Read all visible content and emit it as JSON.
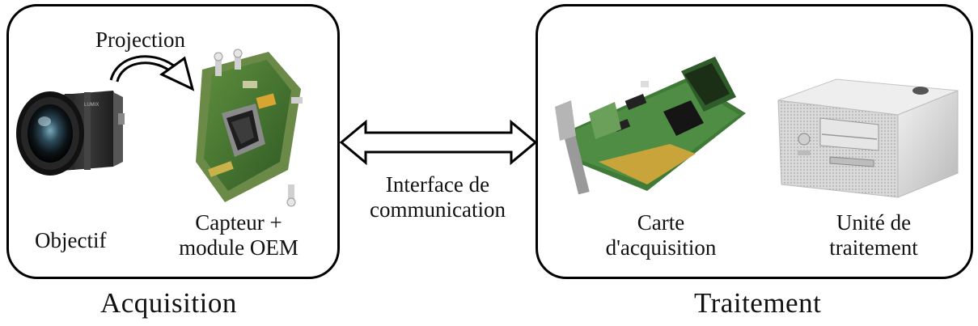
{
  "acquisition": {
    "title": "Acquisition",
    "projection_label": "Projection",
    "lens_label": "Objectif",
    "sensor_label_line1": "Capteur +",
    "sensor_label_line2": "module OEM"
  },
  "interface": {
    "label_line1": "Interface de",
    "label_line2": "communication"
  },
  "processing": {
    "title": "Traitement",
    "card_label_line1": "Carte",
    "card_label_line2": "d'acquisition",
    "unit_label_line1": "Unité de",
    "unit_label_line2": "traitement"
  },
  "lens_brand_text": "LUMIX"
}
